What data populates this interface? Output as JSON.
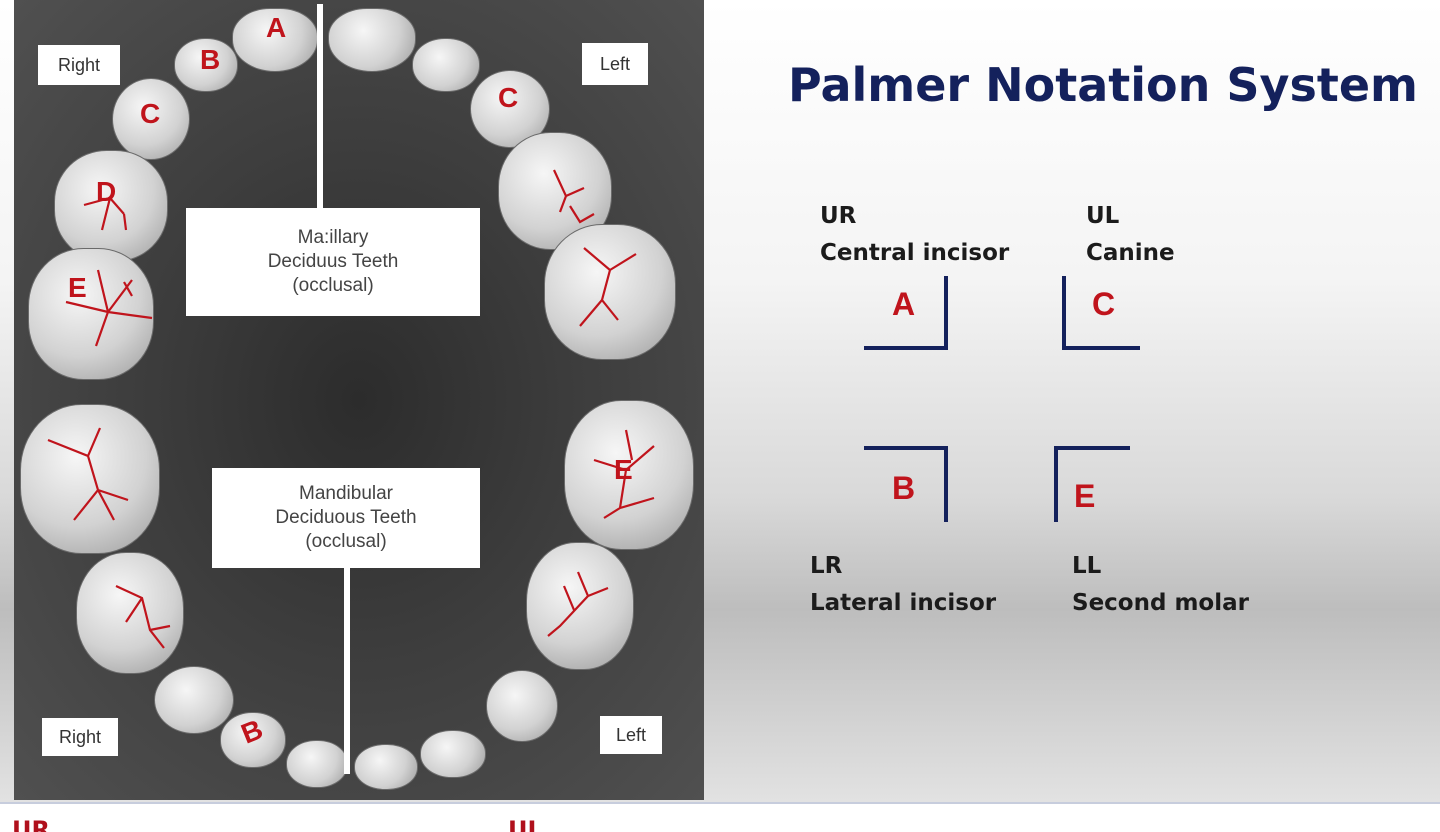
{
  "figure": {
    "orientation_labels": {
      "upper_right": "Right",
      "upper_left": "Left",
      "lower_right": "Right",
      "lower_left": "Left"
    },
    "maxillary_caption": [
      "Ma:illary",
      "Deciduus Teeth",
      "(occlusal)"
    ],
    "mandibular_caption": [
      "Mandibular",
      "Deciduous Teeth",
      "(occlusal)"
    ],
    "tooth_letters": {
      "upper_a": "A",
      "upper_b": "B",
      "upper_c_right": "C",
      "upper_c_left": "C",
      "upper_d": "D",
      "upper_e": "E",
      "lower_e": "E",
      "lower_b": "B"
    },
    "groove_color": "#c0141c"
  },
  "panel": {
    "title": "Palmer Notation System",
    "quadrants": {
      "ur": {
        "code": "UR",
        "tooth": "Central incisor",
        "letter": "A"
      },
      "ul": {
        "code": "UL",
        "tooth": "Canine",
        "letter": "C"
      },
      "lr": {
        "code": "LR",
        "tooth": "Lateral incisor",
        "letter": "B"
      },
      "ll": {
        "code": "LL",
        "tooth": "Second molar",
        "letter": "E"
      }
    },
    "title_color": "#14215c",
    "bracket_color": "#14215c",
    "letter_color": "#c0141c"
  },
  "bottom_strip": {
    "left": "UR",
    "right": "UL"
  }
}
